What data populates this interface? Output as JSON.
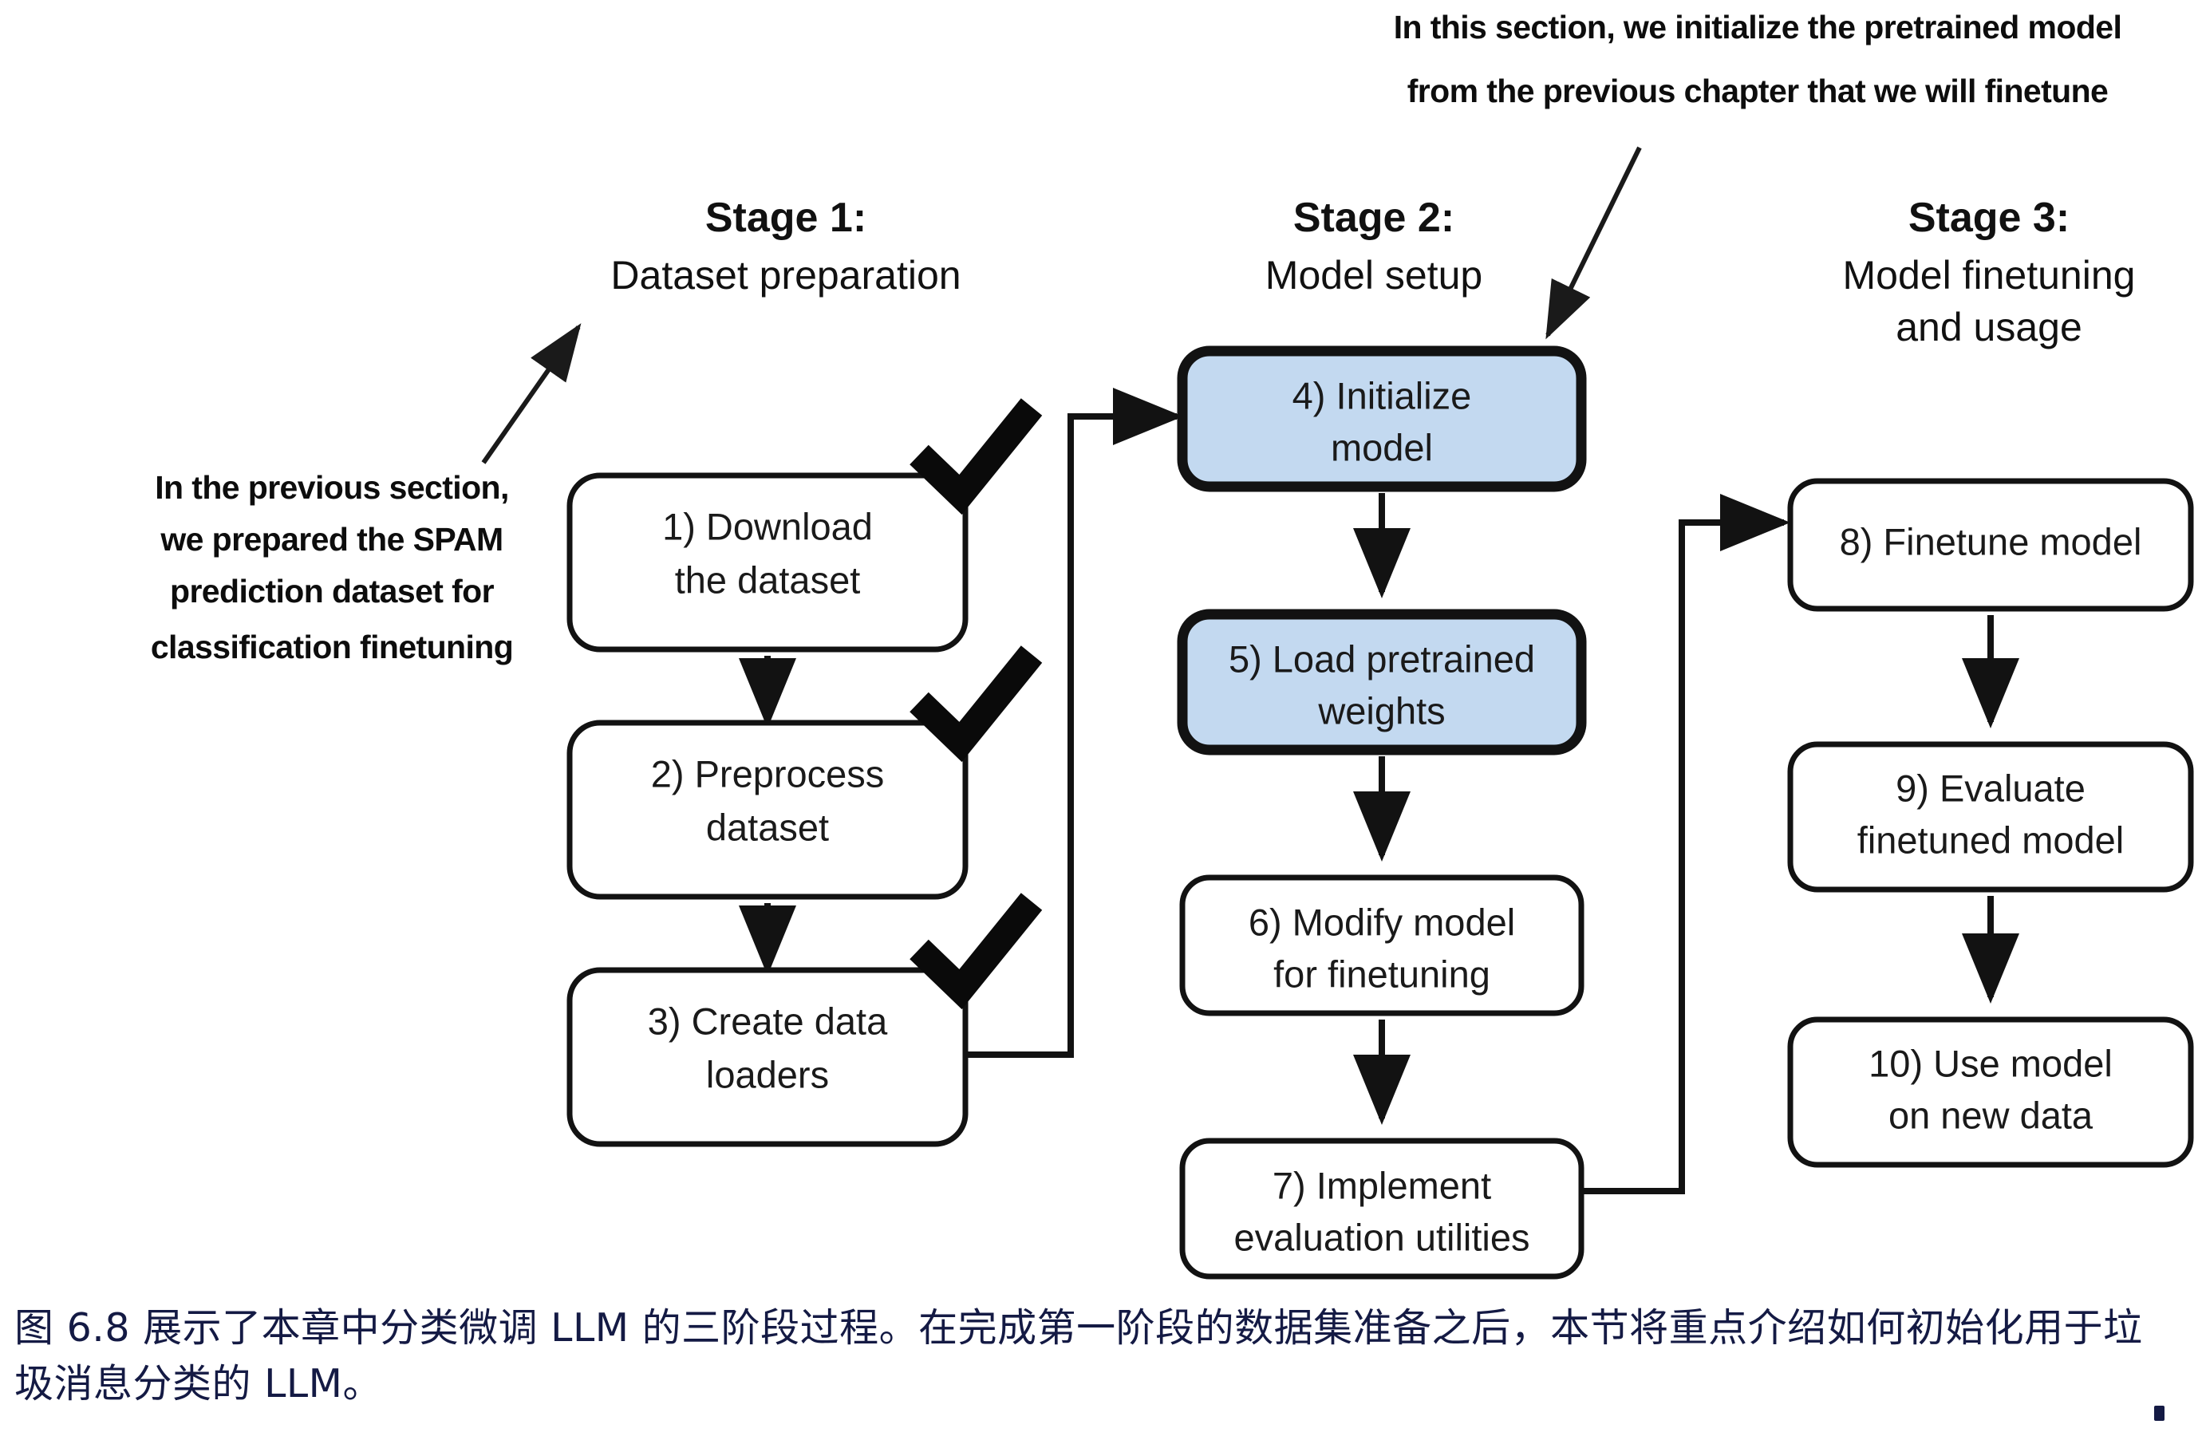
{
  "figure": {
    "stages": [
      {
        "id": "stage-1",
        "title": "Stage 1:",
        "subtitle": "Dataset preparation"
      },
      {
        "id": "stage-2",
        "title": "Stage 2:",
        "subtitle": "Model setup"
      },
      {
        "id": "stage-3",
        "title": "Stage 3:",
        "subtitle_line1": "Model finetuning",
        "subtitle_line2": "and usage"
      }
    ],
    "annotations": {
      "top_right": {
        "line1": "In this section, we initialize the pretrained model",
        "line2": "from the previous chapter that we will finetune"
      },
      "left": {
        "line1": "In the previous section,",
        "line2": "we prepared the SPAM",
        "line3": "prediction dataset for",
        "line4": "classification finetuning"
      }
    },
    "nodes": [
      {
        "id": "node-1",
        "line1": "1) Download",
        "line2": "the dataset",
        "stage": 1,
        "highlighted": false,
        "checked": true
      },
      {
        "id": "node-2",
        "line1": "2) Preprocess",
        "line2": "dataset",
        "stage": 1,
        "highlighted": false,
        "checked": true
      },
      {
        "id": "node-3",
        "line1": "3) Create data",
        "line2": "loaders",
        "stage": 1,
        "highlighted": false,
        "checked": true
      },
      {
        "id": "node-4",
        "line1": "4) Initialize",
        "line2": "model",
        "stage": 2,
        "highlighted": true,
        "checked": false
      },
      {
        "id": "node-5",
        "line1": "5) Load pretrained",
        "line2": "weights",
        "stage": 2,
        "highlighted": true,
        "checked": false
      },
      {
        "id": "node-6",
        "line1": "6) Modify model",
        "line2": "for finetuning",
        "stage": 2,
        "highlighted": false,
        "checked": false
      },
      {
        "id": "node-7",
        "line1": "7) Implement",
        "line2": "evaluation utilities",
        "stage": 2,
        "highlighted": false,
        "checked": false
      },
      {
        "id": "node-8",
        "line1": "8) Finetune model",
        "line2": "",
        "stage": 3,
        "highlighted": false,
        "checked": false
      },
      {
        "id": "node-9",
        "line1": "9) Evaluate",
        "line2": "finetuned model",
        "stage": 3,
        "highlighted": false,
        "checked": false
      },
      {
        "id": "node-10",
        "line1": "10) Use model",
        "line2": "on new data",
        "stage": 3,
        "highlighted": false,
        "checked": false
      }
    ],
    "caption": {
      "line1": "图 6.8 展示了本章中分类微调 LLM 的三阶段过程。在完成第一阶段的数据集准备之后，本节将重点介绍如何",
      "line2": "初始化用于垃圾消息分类的 LLM。"
    },
    "colors": {
      "highlight_fill": "#c3d9f0",
      "stroke": "#121212",
      "text": "#1a1a1a",
      "caption": "#141a44",
      "background": "#ffffff"
    }
  }
}
